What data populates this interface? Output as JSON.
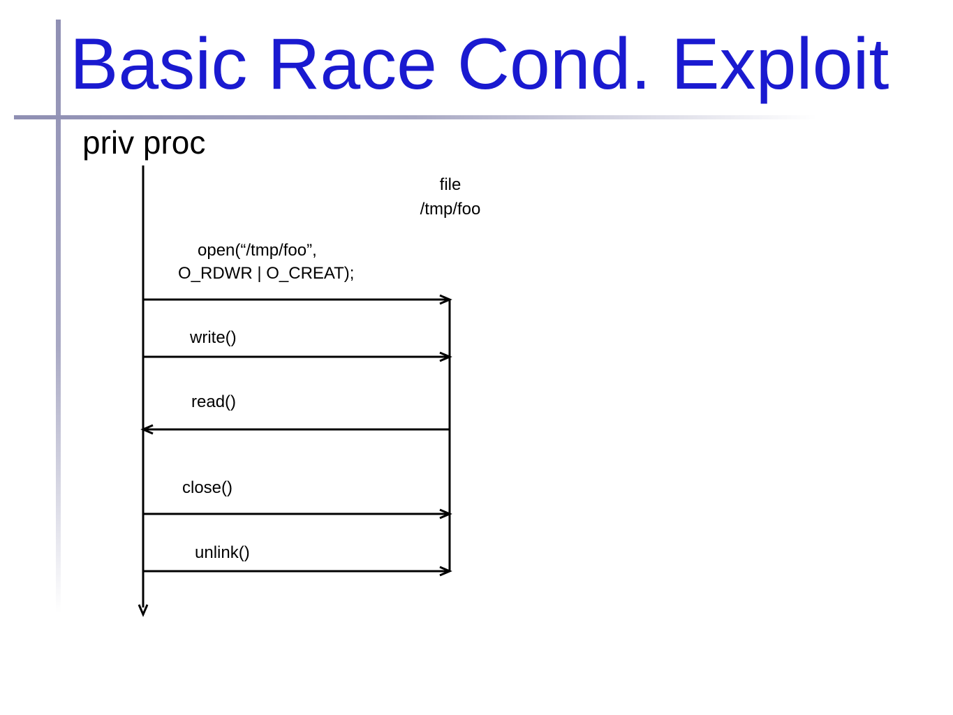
{
  "slide": {
    "title": "Basic Race Cond. Exploit",
    "actor_label": "priv proc"
  },
  "file_box": {
    "line1": "file",
    "line2": "/tmp/foo"
  },
  "calls": [
    {
      "line1": "open(“/tmp/foo”,",
      "line2": "O_RDWR | O_CREAT);",
      "direction": "to-file"
    },
    {
      "line1": "write()",
      "direction": "to-file"
    },
    {
      "line1": "read()",
      "direction": "to-proc"
    },
    {
      "line1": "close()",
      "direction": "to-file"
    },
    {
      "line1": "unlink()",
      "direction": "to-file"
    }
  ],
  "colors": {
    "title": "#1a1ad0",
    "accent_lines": "#8f8fb3",
    "diagram": "#000000"
  }
}
